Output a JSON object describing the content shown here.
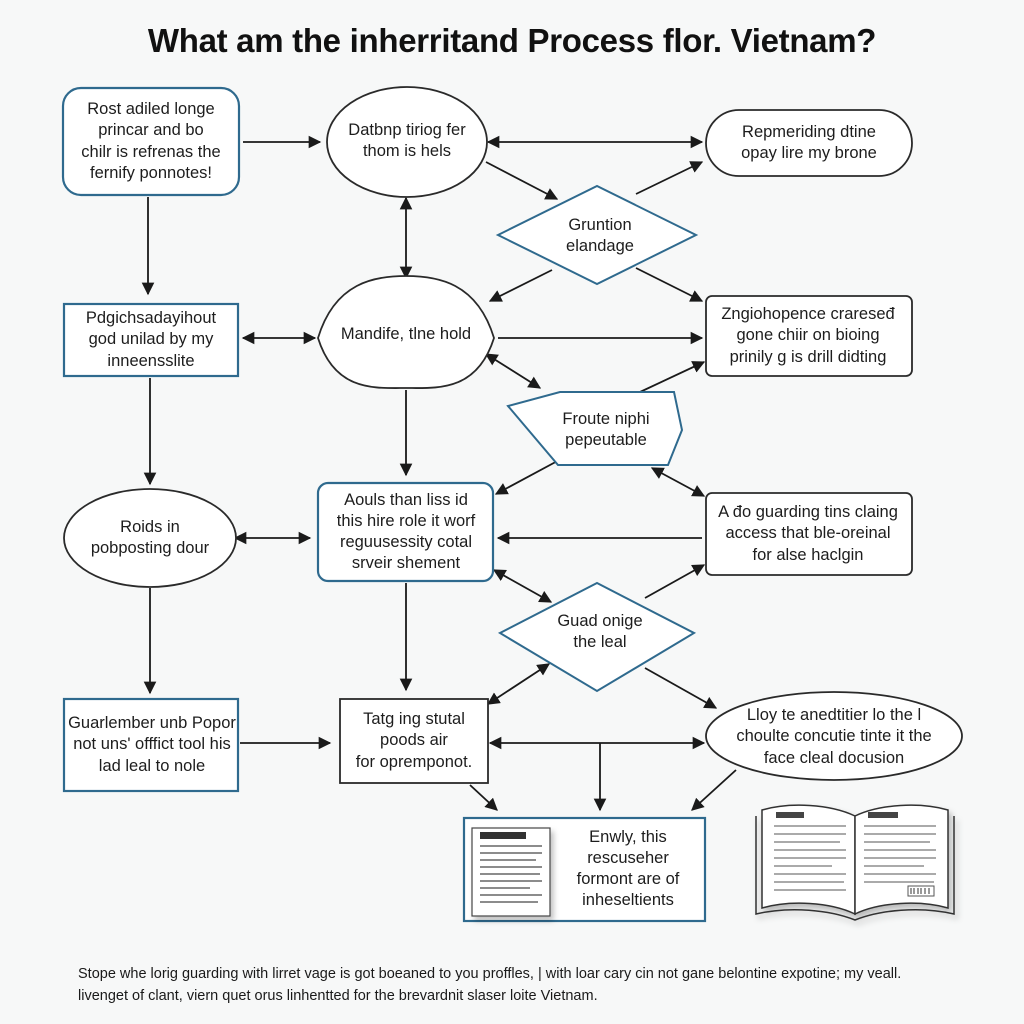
{
  "title": "What am the inherritand Process flor. Vietnam?",
  "nodes": {
    "n1": "Rost adiled longe\nprincar and bo\nchilr is refrenas the\nfernify ponnotes!",
    "n2": "Datbnp tiriog fer\nthom is hels",
    "n3": "Repmeriding dtine\nopay lire my brone",
    "n4": "Gruntion\nelandage",
    "n5": "Pdgichsadayihout\ngod unilad by my\ninneensslite",
    "n6": "Mandife, tlne hold",
    "n7": "Zngiohopence crareseđ\ngone chiir on bioing\nprinily g is drill didting",
    "n8": "Froute niphi\npepeutable",
    "n9": "Roids in\npobposting dour",
    "n10": "Aouls than liss id\nthis hire role it worf\nreguusessity cotal\nsrveir shement",
    "n11": "A đo guarding tins claing\naccess that ble-oreinal\nfor alse haclgin",
    "n12": "Guad onige\nthe leal",
    "n13": "Guarlember unb Popor\nnot uns' offfict tool his\nlad leal to nole",
    "n14": "Tatg ing stutal\npoods air\nfor opremponot.",
    "n15": "Lloy te anedtitier lo the l\nchoulte concutie tinte it the\nface cleal docusion",
    "n16": "Enwly, this\nrescuseher\nformont are of\ninheseltients"
  },
  "footer": {
    "line1": "Stope whe lorig guarding with lirret vage is got boeaned to you proffles, | with loar cary cin not gane belontine expotine; my veall.",
    "line2": "livenget of clant, viern quet orus linhentted for the brevardnit slaser loite Vietnam."
  },
  "colors": {
    "node_border": "#2f6a8e",
    "oval_border": "#2a2a2a",
    "arrow": "#1a1a1a",
    "background": "#f7f8f8"
  },
  "icons": [
    "document-icon",
    "open-book-icon"
  ]
}
